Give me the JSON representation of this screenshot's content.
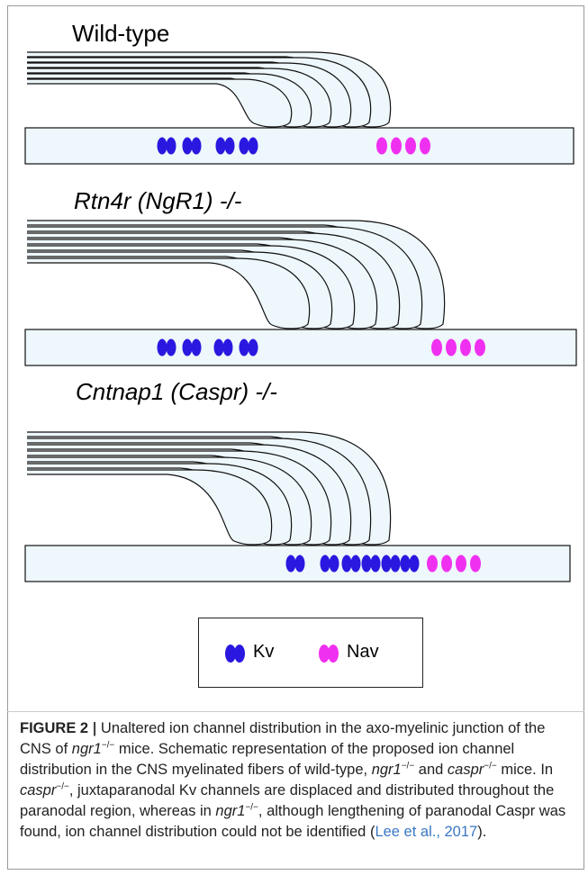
{
  "panels": [
    {
      "title": "Wild-type"
    },
    {
      "title": "Rtn4r (NgR1) -/-"
    },
    {
      "title": "Cntnap1 (Caspr) -/-"
    }
  ],
  "colors": {
    "kv": "#2a18e0",
    "nav": "#f030f0",
    "axon": "#eef7fb"
  },
  "legend": {
    "kv_label": "Kv",
    "nav_label": "Nav"
  },
  "caption": {
    "label": "FIGURE 2",
    "separator": "|",
    "text_1": "Unaltered ion channel distribution in the axo-myelinic junction of the CNS of",
    "gene_1": "ngr1",
    "sup_1": "−/−",
    "text_2": "mice. Schematic representation of the proposed ion channel distribution in the CNS myelinated fibers of wild-type,",
    "gene_2": "ngr1",
    "sup_2": "−/−",
    "text_3": "and",
    "gene_3": "caspr",
    "sup_3": "−/−",
    "text_4": "mice. In",
    "gene_4": "caspr",
    "sup_4": "−/−",
    "text_5": ", juxtaparanodal Kv channels are displaced and distributed throughout the paranodal region, whereas in",
    "gene_5": "ngr1",
    "sup_5": "−/−",
    "text_6": ", although lengthening of paranodal Caspr was found, ion channel distribution could not be identified (",
    "citation": "Lee et al., 2017",
    "text_7": ")."
  }
}
